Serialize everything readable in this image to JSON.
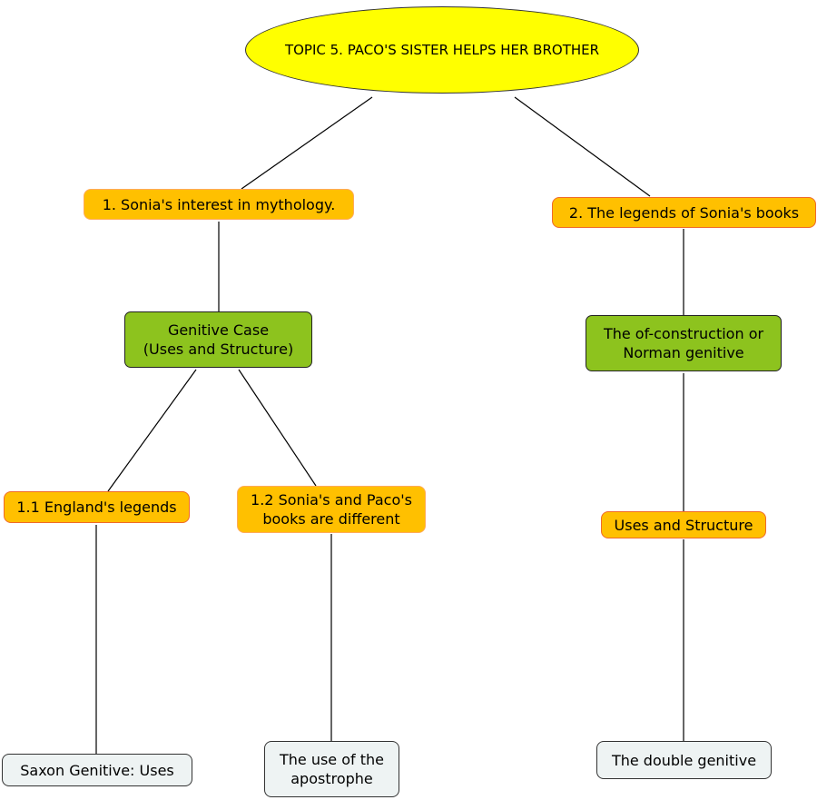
{
  "colors": {
    "root_fill": "#ffff00",
    "topic_fill": "#ffc000",
    "topic_border": "#ef6a2a",
    "green_fill": "#8dc31e",
    "leaf_fill": "#eef3f3",
    "line": "#000000"
  },
  "nodes": {
    "root": "TOPIC 5. PACO'S SISTER HELPS HER BROTHER",
    "topic1": "1. Sonia's interest in mythology.",
    "topic2": "2. The legends of Sonia's books",
    "genitive_case": "Genitive Case\n(Uses and Structure)",
    "of_construction": "The of-construction or\nNorman genitive",
    "sub_1_1": "1.1 England's legends",
    "sub_1_2": "1.2 Sonia's and Paco's\nbooks are different",
    "uses_structure": "Uses and Structure",
    "saxon": "Saxon Genitive: Uses",
    "apostrophe": "The use of the\napostrophe",
    "double_genitive": "The double genitive"
  }
}
